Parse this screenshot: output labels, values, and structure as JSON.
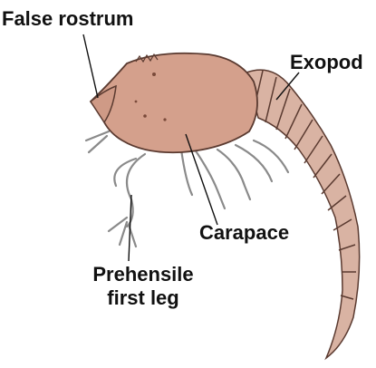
{
  "labels": {
    "false_rostrum": "False rostrum",
    "exopod": "Exopod",
    "carapace": "Carapace",
    "prehensile_line1": "Prehensile",
    "prehensile_line2": "first leg"
  },
  "colors": {
    "carapace_fill": "#d4a08c",
    "abdomen_fill": "#d9b3a3",
    "limb_stroke": "#8a8a8a",
    "outline": "#5a3a30",
    "leader_line": "#111111"
  }
}
